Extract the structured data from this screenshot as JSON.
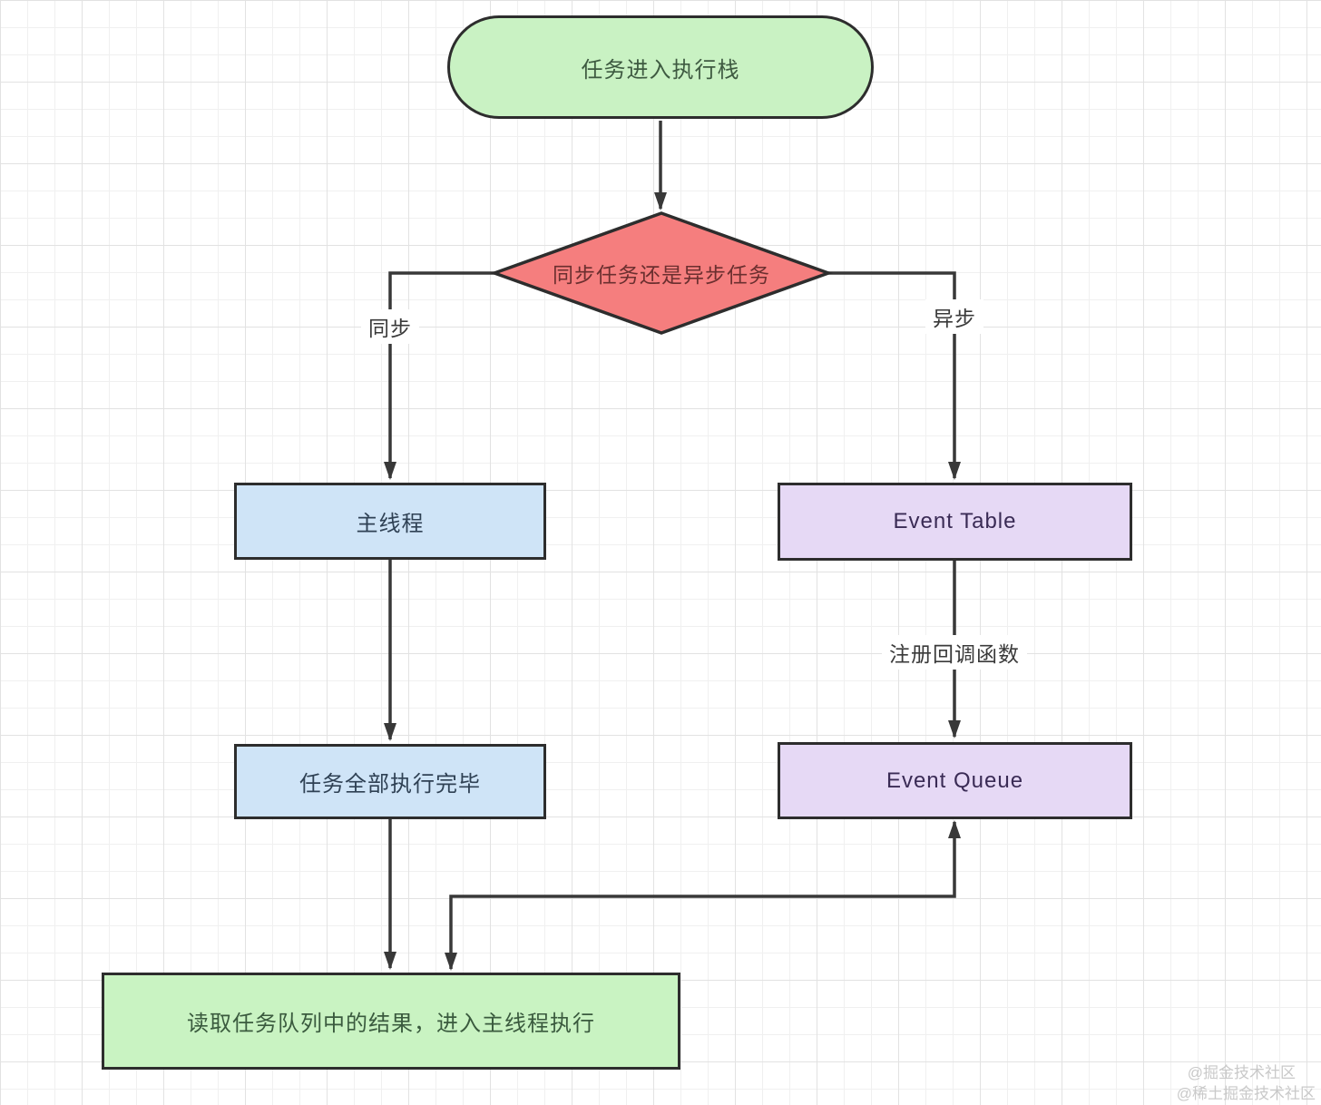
{
  "colors": {
    "node_border": "#2d2d2d",
    "connector": "#383838",
    "start_fill": "#c9f2c3",
    "start_text": "#3e5a41",
    "decision_fill": "#f57e7e",
    "decision_text": "#6b2f2f",
    "process_blue_fill": "#cfe4f7",
    "process_blue_text": "#2f4154",
    "event_purple_fill": "#e6d9f5",
    "event_purple_text": "#3a2b55",
    "result_green_fill": "#c9f3c2",
    "result_green_text": "#3a5a3e",
    "grid_minor": "#f0f0f0",
    "grid_major": "#e2e2e2",
    "watermark_text": "#c9c9c9"
  },
  "nodes": {
    "start": {
      "label": "任务进入执行栈"
    },
    "decision": {
      "label": "同步任务还是异步任务"
    },
    "main_thread": {
      "label": "主线程"
    },
    "event_table": {
      "label": "Event Table"
    },
    "tasks_done": {
      "label": "任务全部执行完毕"
    },
    "event_queue": {
      "label": "Event Queue"
    },
    "read_queue": {
      "label": "读取任务队列中的结果，进入主线程执行"
    }
  },
  "edge_labels": {
    "sync": "同步",
    "async": "异步",
    "register_callback": "注册回调函数"
  },
  "watermark": {
    "line1": "@掘金技术社区",
    "line2": "@稀土掘金技术社区"
  }
}
